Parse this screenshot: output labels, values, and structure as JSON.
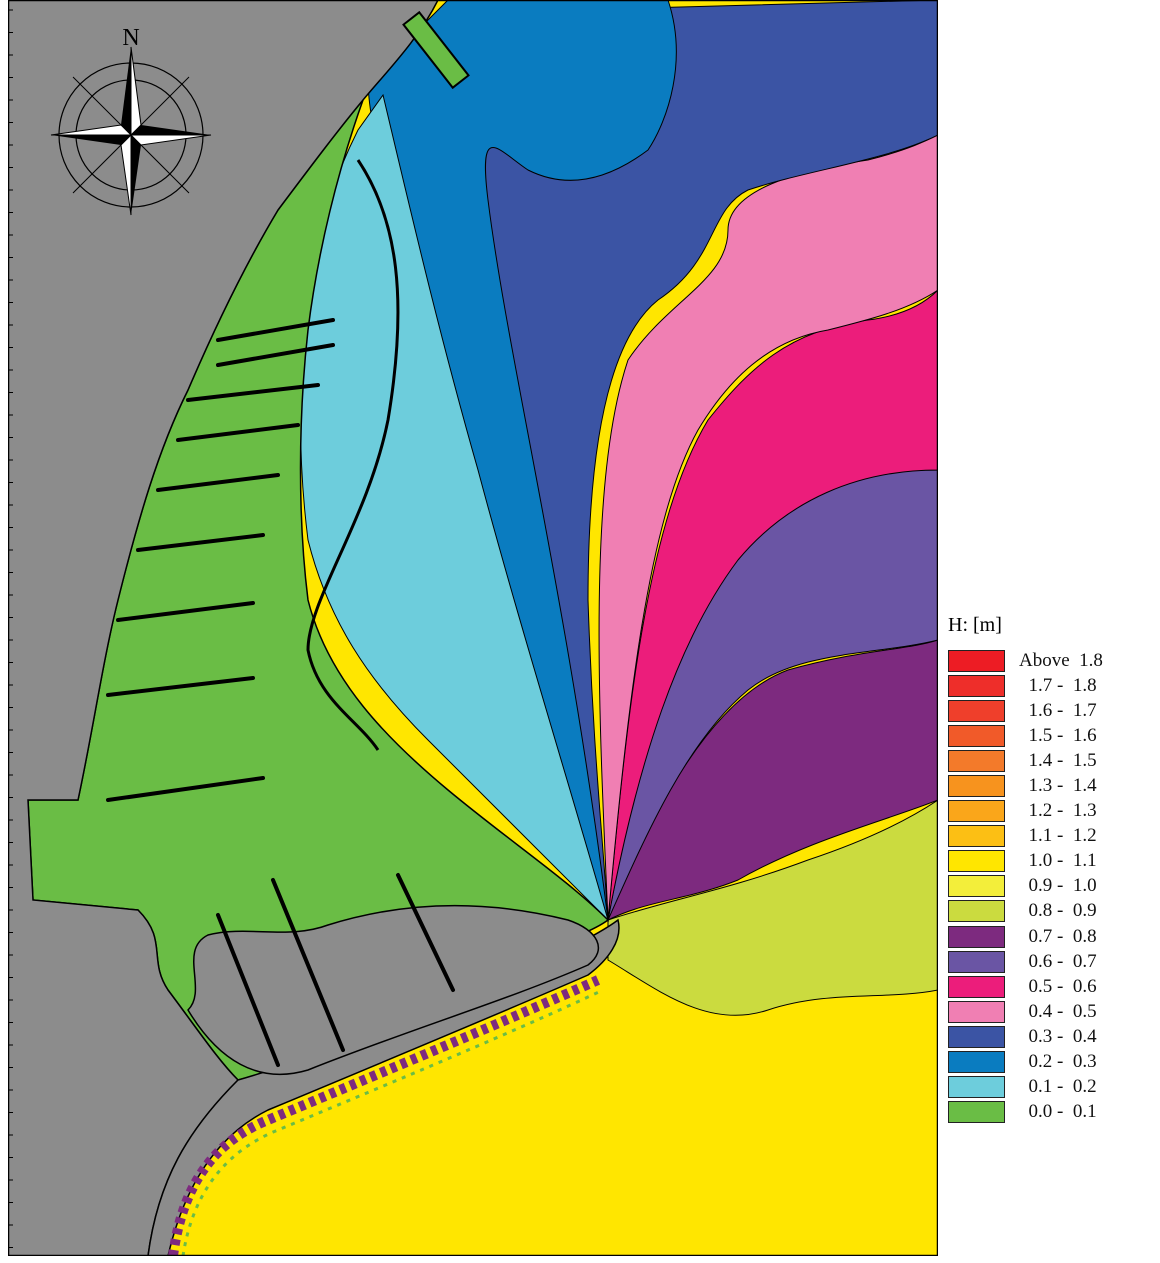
{
  "compass": {
    "label": "N"
  },
  "legend": {
    "title": "H: [m]",
    "items": [
      {
        "label": "Above  1.8",
        "color": "#ed1c24"
      },
      {
        "label": "  1.7 -  1.8",
        "color": "#ee2e2a"
      },
      {
        "label": "  1.6 -  1.7",
        "color": "#ef3f2b"
      },
      {
        "label": "  1.5 -  1.6",
        "color": "#f15a29"
      },
      {
        "label": "  1.4 -  1.5",
        "color": "#f37a2a"
      },
      {
        "label": "  1.3 -  1.4",
        "color": "#f7931e"
      },
      {
        "label": "  1.2 -  1.3",
        "color": "#faa61a"
      },
      {
        "label": "  1.1 -  1.2",
        "color": "#fcbf14"
      },
      {
        "label": "  1.0 -  1.1",
        "color": "#ffe600"
      },
      {
        "label": "  0.9 -  1.0",
        "color": "#f3ee3a"
      },
      {
        "label": "  0.8 -  0.9",
        "color": "#cbdb3f"
      },
      {
        "label": "  0.7 -  0.8",
        "color": "#7d2a7f"
      },
      {
        "label": "  0.6 -  0.7",
        "color": "#6a55a4"
      },
      {
        "label": "  0.5 -  0.6",
        "color": "#ec1d7b"
      },
      {
        "label": "  0.4 -  0.5",
        "color": "#f07fb3"
      },
      {
        "label": "  0.3 -  0.4",
        "color": "#3b54a4"
      },
      {
        "label": "  0.2 -  0.3",
        "color": "#0a7cc0"
      },
      {
        "label": "  0.1 -  0.2",
        "color": "#6dcddc"
      },
      {
        "label": "  0.0 -  0.1",
        "color": "#6abd45"
      }
    ]
  },
  "colors": {
    "land": "#8c8c8c",
    "outline": "#000000"
  }
}
